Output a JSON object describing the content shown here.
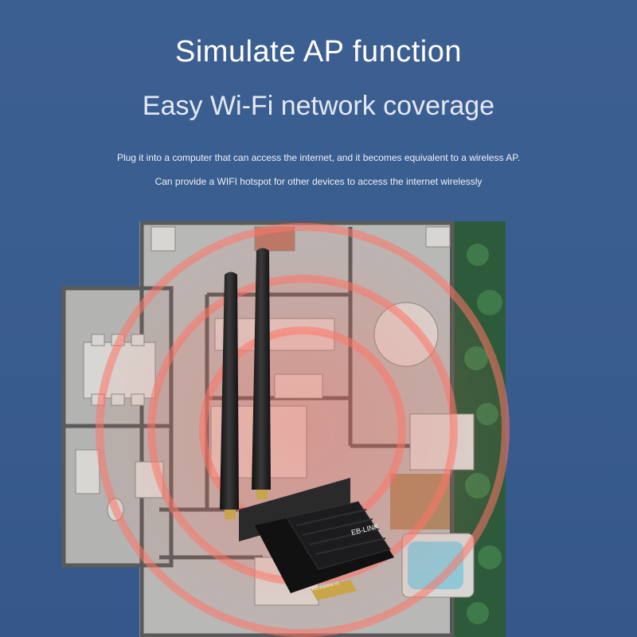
{
  "heading": {
    "title": "Simulate AP function",
    "subtitle": "Easy Wi-Fi network coverage"
  },
  "description": {
    "line1": "Plug it into a computer that can access the internet, and it becomes equivalent to a wireless AP.",
    "line2": "Can provide a WIFI hotspot for other devices to access the internet wirelessly"
  },
  "product": {
    "brand_label": "EB-LINK",
    "interface_label": "PCI-Express X1"
  },
  "colors": {
    "background": "#3b5e90",
    "signal": "#ff6a5a",
    "heatsink": "#1c1c1e"
  }
}
